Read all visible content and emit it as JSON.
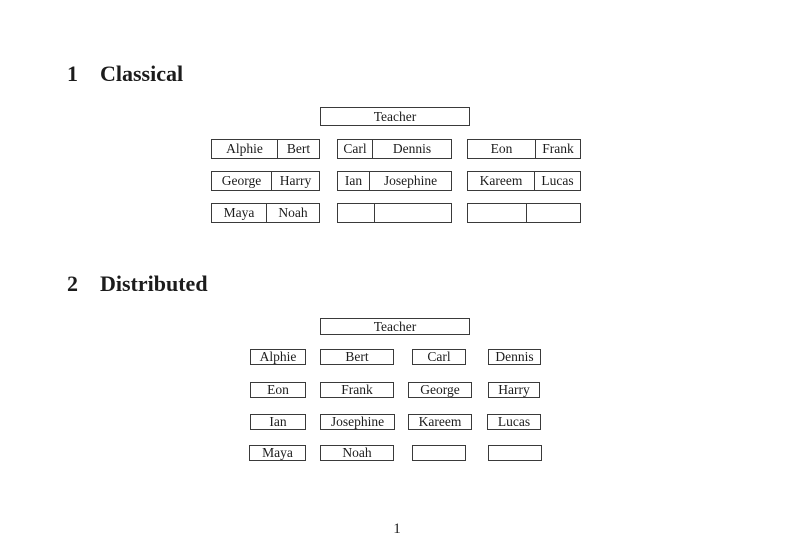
{
  "document": {
    "page_number": "1",
    "sections": [
      {
        "number": "1",
        "title": "Classical",
        "teacher_label": "Teacher",
        "rows": [
          {
            "desks": [
              {
                "seats": [
                  "Alphie",
                  "Bert"
                ]
              },
              {
                "seats": [
                  "Carl",
                  "Dennis"
                ]
              },
              {
                "seats": [
                  "Eon",
                  "Frank"
                ]
              }
            ]
          },
          {
            "desks": [
              {
                "seats": [
                  "George",
                  "Harry"
                ]
              },
              {
                "seats": [
                  "Ian",
                  "Josephine"
                ]
              },
              {
                "seats": [
                  "Kareem",
                  "Lucas"
                ]
              }
            ]
          },
          {
            "desks": [
              {
                "seats": [
                  "Maya",
                  "Noah"
                ]
              },
              {
                "seats": [
                  "",
                  ""
                ]
              },
              {
                "seats": [
                  "",
                  ""
                ]
              }
            ]
          }
        ]
      },
      {
        "number": "2",
        "title": "Distributed",
        "teacher_label": "Teacher",
        "rows": [
          {
            "desks": [
              "Alphie",
              "Bert",
              "Carl",
              "Dennis"
            ]
          },
          {
            "desks": [
              "Eon",
              "Frank",
              "George",
              "Harry"
            ]
          },
          {
            "desks": [
              "Ian",
              "Josephine",
              "Kareem",
              "Lucas"
            ]
          },
          {
            "desks": [
              "Maya",
              "Noah",
              "",
              ""
            ]
          }
        ]
      }
    ]
  },
  "colors": {
    "text": "#1c1c1c",
    "border": "#3a3a3a",
    "background": "#ffffff"
  }
}
